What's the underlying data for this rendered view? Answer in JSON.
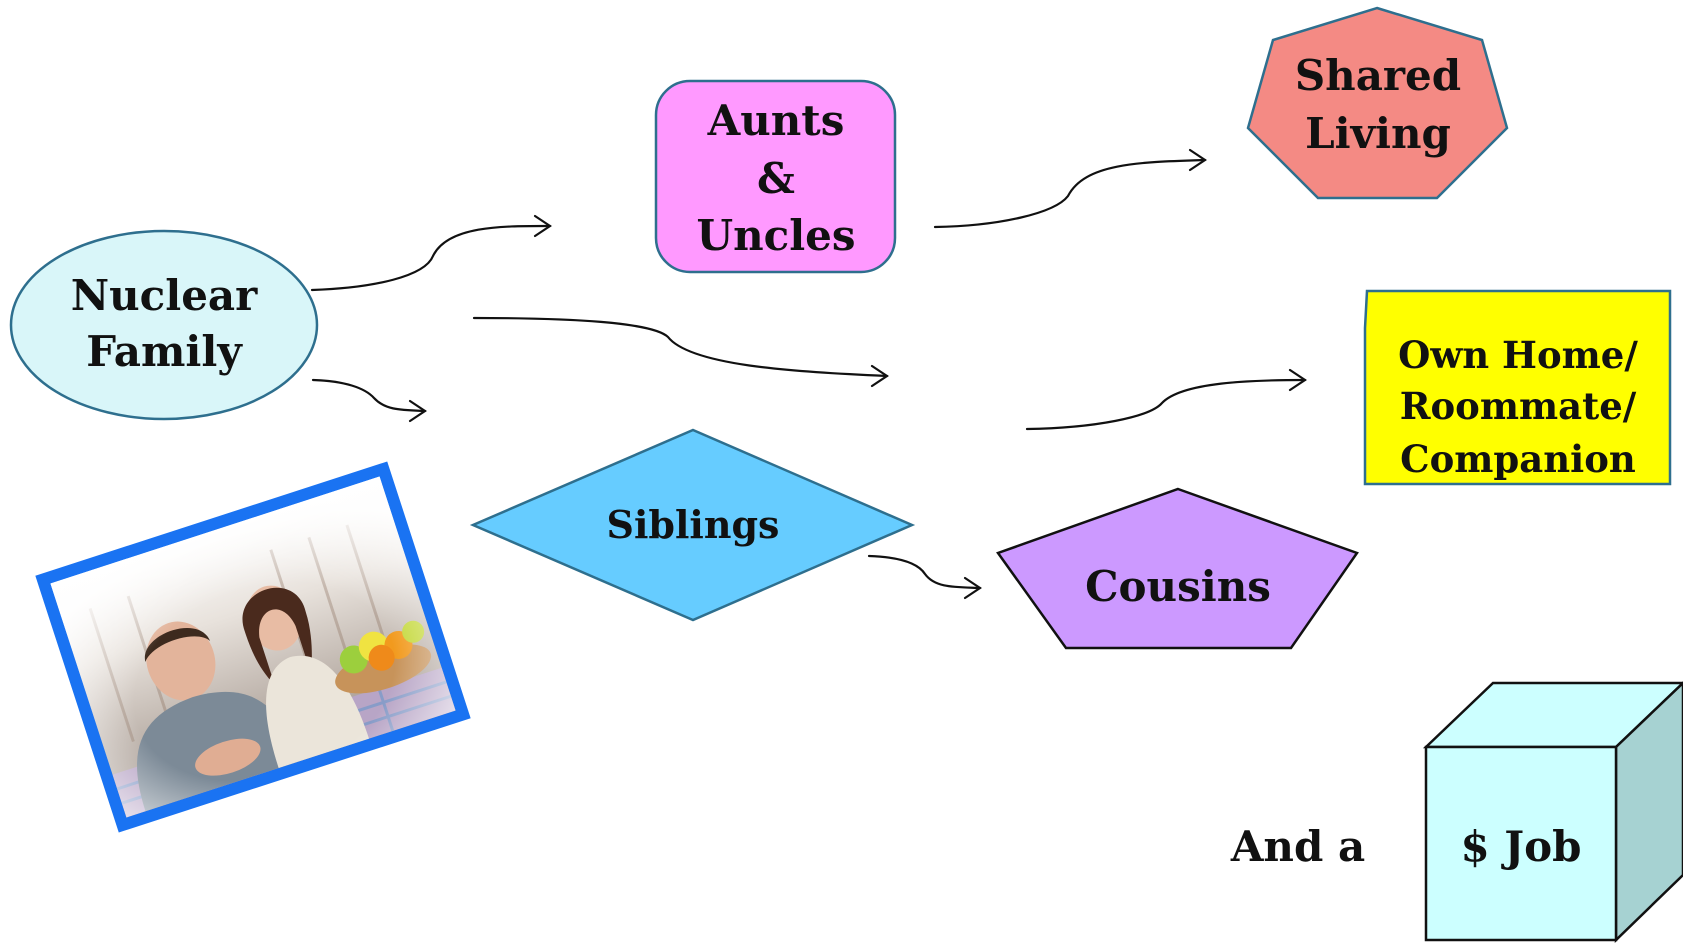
{
  "diagram": {
    "nodes": {
      "nuclear_family": {
        "line1": "Nuclear",
        "line2": "Family",
        "color": "#d9f6f9"
      },
      "aunts_uncles": {
        "line1": "Aunts",
        "line2": "&",
        "line3": "Uncles",
        "color": "#ff99ff"
      },
      "shared_living": {
        "line1": "Shared",
        "line2": "Living",
        "color": "#f48a84"
      },
      "own_home": {
        "line1": "Own Home/",
        "line2": "Roommate/",
        "line3": "Companion",
        "color": "#ffff00"
      },
      "siblings": {
        "label": "Siblings",
        "color": "#66ccff"
      },
      "cousins": {
        "label": "Cousins",
        "color": "#cc99ff"
      },
      "job": {
        "label": "$ Job",
        "color": "#ccffff",
        "side_color": "#a6d2d2"
      }
    },
    "and_a": "And a",
    "photo": {
      "frame_color": "#1a73f2"
    }
  }
}
